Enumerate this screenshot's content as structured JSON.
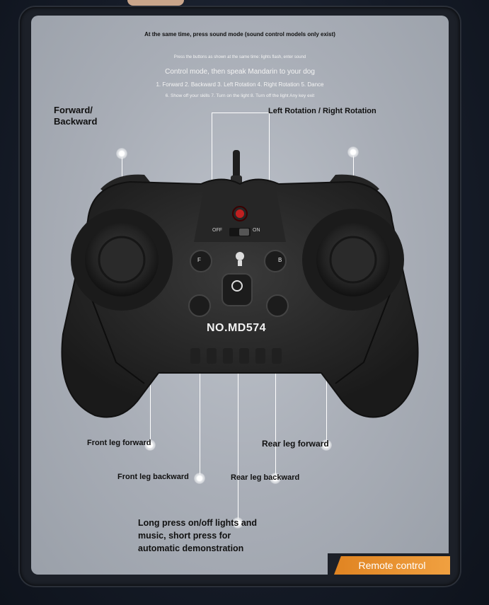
{
  "instructions": {
    "line1": "At the same time, press sound mode (sound control models only exist)",
    "line2": "Press the buttons as shown at the same time: lights flash, enter sound",
    "line3": "Control mode, then speak Mandarin to your dog",
    "line4": "1. Forward 2. Backward 3. Left Rotation 4. Right Rotation 5. Dance",
    "line5": "6. Show off your skills 7. Turn on the light 8. Turn off the light Any key exit"
  },
  "labels": {
    "forward_backward_1": "Forward/",
    "forward_backward_2": "Backward",
    "rotation": "Left Rotation / Right Rotation",
    "front_leg_forward": "Front leg forward",
    "rear_leg_forward": "Rear leg forward",
    "front_leg_backward": "Front leg backward",
    "rear_leg_backward": "Rear leg backward",
    "long_press": "Long press on/off lights and music, short press for automatic demonstration"
  },
  "controller": {
    "model": "NO.MD574",
    "switch_off": "OFF",
    "switch_on": "ON",
    "btn_fa": "F",
    "btn_fb": "B"
  },
  "badge": {
    "label": "Remote control"
  },
  "colors": {
    "badge": "#e8892a",
    "panel": "#b0b5be",
    "controller": "#2b2b2b"
  }
}
